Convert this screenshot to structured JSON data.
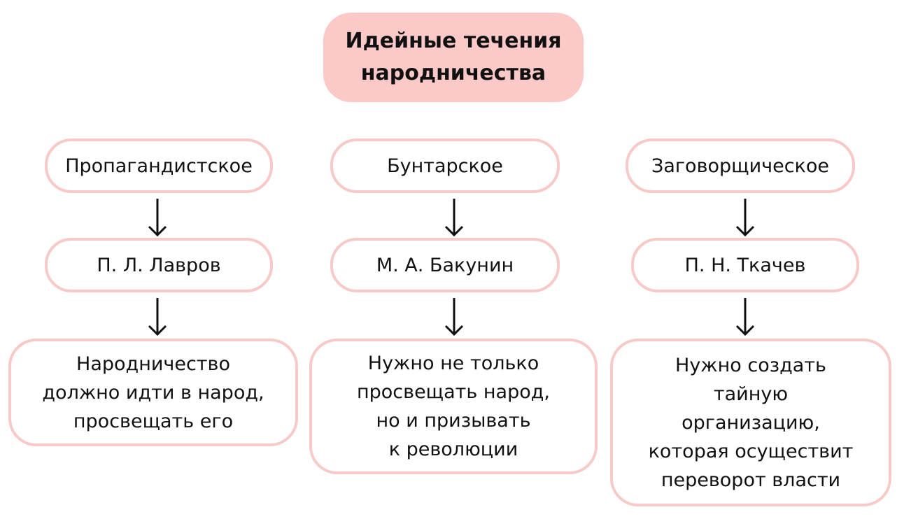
{
  "title": "Идейные течения\nнародничества",
  "columns": [
    {
      "movement": "Пропагандистское",
      "leader": "П. Л. Лавров",
      "idea": "Народничество\nдолжно идти в народ,\nпросвещать его"
    },
    {
      "movement": "Бунтарское",
      "leader": "М. А. Бакунин",
      "idea": "Нужно не только\nпросвещать народ,\nно и призывать\nк революции"
    },
    {
      "movement": "Заговорщическое",
      "leader": "П. Н. Ткачев",
      "idea": "Нужно создать\nтайную\nорганизацию,\nкоторая осуществит\nпереворот власти"
    }
  ],
  "colors": {
    "title_fill": "#fbc9c8",
    "box_border": "#f7c9c7",
    "text": "#111111"
  }
}
